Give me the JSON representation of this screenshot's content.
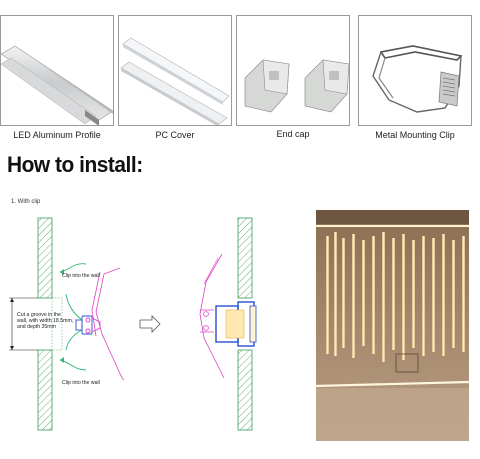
{
  "products": [
    {
      "caption": "LED Aluminum Profile",
      "icon": "aluminum-profile-icon"
    },
    {
      "caption": "PC Cover",
      "icon": "pc-cover-icon"
    },
    {
      "caption": "End cap",
      "icon": "end-cap-icon"
    },
    {
      "caption": "Metal Mounting Clip",
      "icon": "mounting-clip-icon"
    }
  ],
  "install": {
    "heading": "How to install:",
    "step1": "1. With clip",
    "labels": {
      "clip_top": "Clip into the wall",
      "groove_line1": "Cut a groove in the",
      "groove_line2": "wall, with width 18.5mm,",
      "groove_line3": "and depth 35mm",
      "clip_bottom": "Clip into the wall"
    }
  },
  "colors": {
    "wall_hatch": "#3a9a5a",
    "clip_magenta": "#e040c8",
    "profile_blue": "#2a4fd0",
    "arrow_green": "#2ab870",
    "light_warm": "#ffe9b0"
  }
}
